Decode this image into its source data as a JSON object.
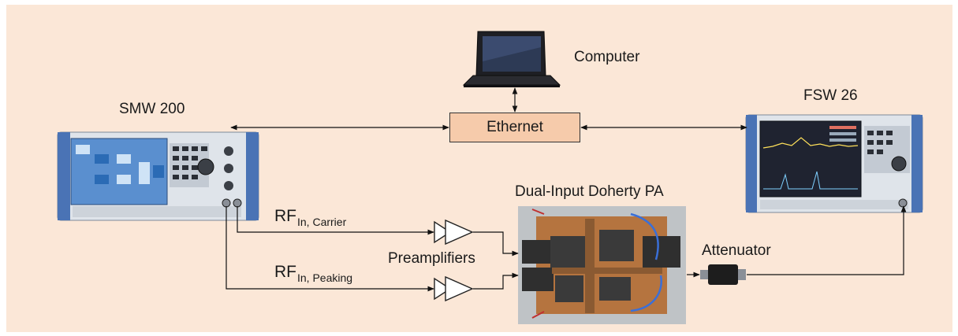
{
  "labels": {
    "computer": "Computer",
    "smw": "SMW 200",
    "fsw": "FSW 26",
    "ethernet": "Ethernet",
    "doherty": "Dual-Input Doherty PA",
    "preamplifiers": "Preamplifiers",
    "attenuator": "Attenuator",
    "rf_carrier_main": "RF",
    "rf_carrier_sub": "In, Carrier",
    "rf_peaking_main": "RF",
    "rf_peaking_sub": "In, Peaking"
  },
  "colors": {
    "background": "#fbe7d7",
    "ethernet_box": "#f6cbab",
    "instrument_blue": "#5b7fb3",
    "pcb_copper": "#b5743f"
  }
}
